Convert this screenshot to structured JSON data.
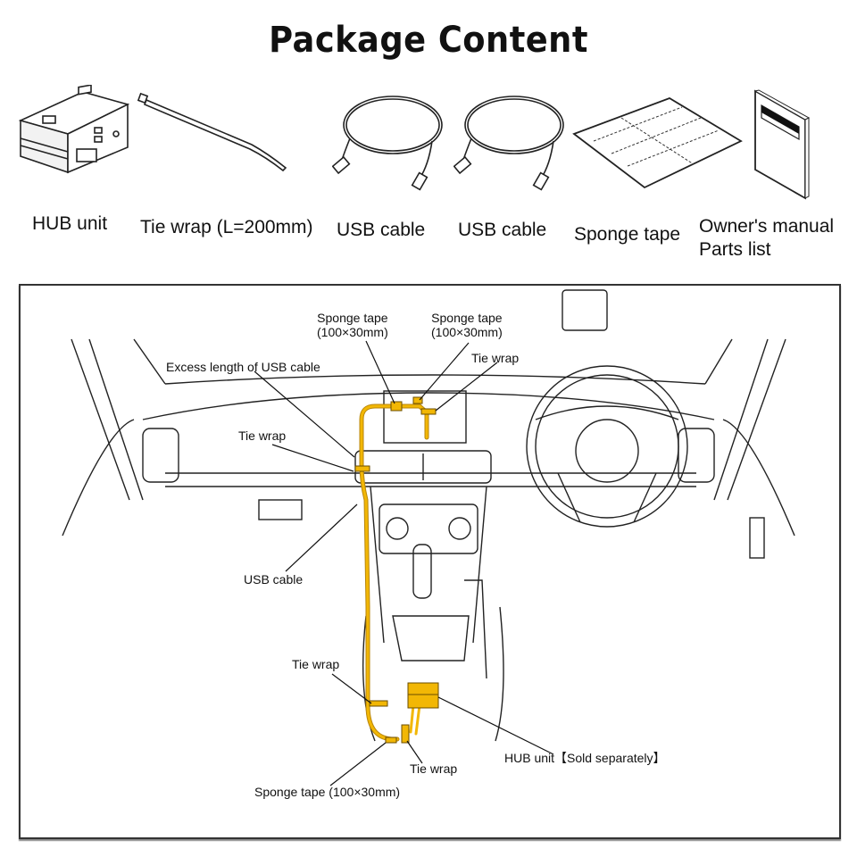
{
  "title": "Package Content",
  "items": [
    {
      "icon": "hub-unit",
      "label": "HUB unit"
    },
    {
      "icon": "tie-wrap",
      "label": "Tie wrap (L=200mm)"
    },
    {
      "icon": "usb-cable",
      "label": "USB cable"
    },
    {
      "icon": "usb-cable",
      "label": "USB cable"
    },
    {
      "icon": "sponge-tape",
      "label": "Sponge tape"
    },
    {
      "icon": "manual",
      "label": "Owner's manual",
      "label2": "Parts list"
    }
  ],
  "diagram": {
    "cable_color": "#f2b705",
    "callouts": [
      {
        "line1": "Sponge tape",
        "line2": "(100×30mm)"
      },
      {
        "line1": "Sponge tape",
        "line2": "(100×30mm)"
      },
      {
        "line1": "Tie wrap"
      },
      {
        "line1": "Excess length of USB cable"
      },
      {
        "line1": "Tie wrap"
      },
      {
        "line1": "USB cable"
      },
      {
        "line1": "Tie wrap"
      },
      {
        "line1": "HUB unit【Sold separately】"
      },
      {
        "line1": "Tie wrap"
      },
      {
        "line1": "Sponge tape (100×30mm)"
      }
    ]
  }
}
